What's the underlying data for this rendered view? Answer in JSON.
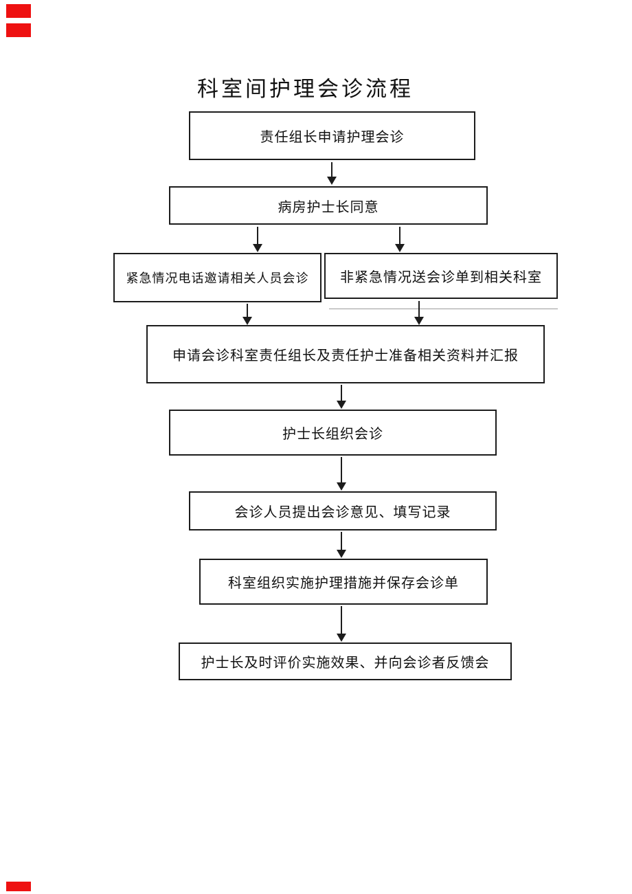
{
  "page": {
    "title": "科室间护理会诊流程"
  },
  "flowchart": {
    "nodes": [
      {
        "id": "step-apply",
        "label": "责任组长申请护理会诊"
      },
      {
        "id": "step-approve",
        "label": "病房护士长同意"
      },
      {
        "id": "branch-urgent",
        "label": "紧急情况电话邀请相关人员会诊"
      },
      {
        "id": "branch-non-urgent",
        "label": "非紧急情况送会诊单到相关科室"
      },
      {
        "id": "step-prepare",
        "label": "申请会诊科室责任组长及责任护士准备相关资料并汇报"
      },
      {
        "id": "step-organize",
        "label": "护士长组织会诊"
      },
      {
        "id": "step-opinions",
        "label": "会诊人员提出会诊意见、填写记录"
      },
      {
        "id": "step-implement",
        "label": "科室组织实施护理措施并保存会诊单"
      },
      {
        "id": "step-evaluate",
        "label": "护士长及时评价实施效果、并向会诊者反馈会"
      }
    ]
  },
  "colors": {
    "background": "#ffffff",
    "box_border": "#1c1c1c",
    "text": "#111111",
    "margin_mark": "#ee1111"
  }
}
